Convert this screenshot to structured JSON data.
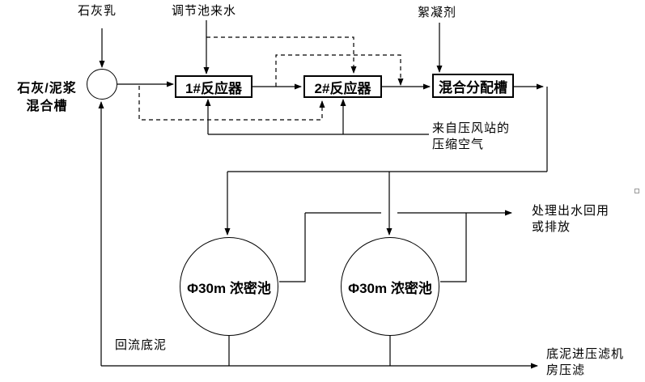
{
  "inputs": {
    "lime_milk": "石灰乳",
    "regulating_pool_water": "调节池来水",
    "flocculant": "絮凝剂"
  },
  "nodes": {
    "mixing_tank_label": {
      "line1": "石灰/泥浆",
      "line2": "混合槽"
    },
    "reactor_1": "1#反应器",
    "reactor_2": "2#反应器",
    "mixing_distribution_tank": "混合分配槽",
    "thickener_1": "Φ30m 浓密池",
    "thickener_2": "Φ30m 浓密池"
  },
  "annotations": {
    "compressed_air": {
      "line1": "来自压风站的",
      "line2": "压缩空气"
    },
    "treated_water": {
      "line1": "处理出水回用",
      "line2": "或排放"
    },
    "return_sludge": "回流底泥",
    "sludge_to_filter_press": {
      "line1": "底泥进压滤机",
      "line2": "房压滤"
    }
  },
  "colors": {
    "line": "#000000",
    "background": "#ffffff"
  }
}
